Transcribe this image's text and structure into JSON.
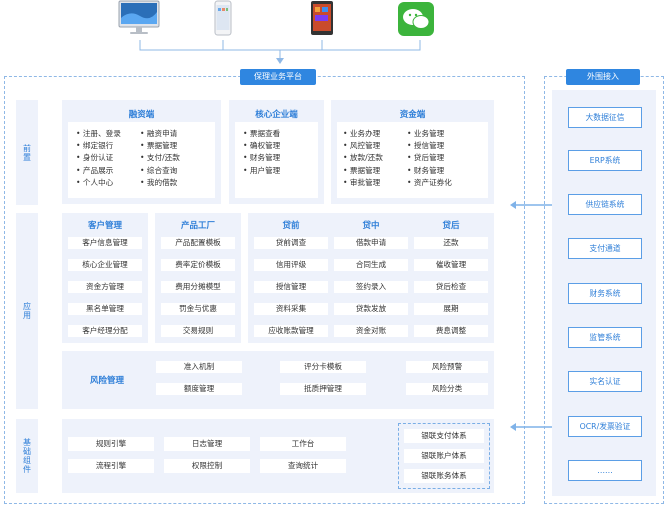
{
  "devices": [
    {
      "name": "desktop"
    },
    {
      "name": "phone"
    },
    {
      "name": "tablet"
    },
    {
      "name": "wechat"
    }
  ],
  "platform_title": "保理业务平台",
  "external_title": "外围接入",
  "sections": {
    "front": "前置",
    "app": "应用",
    "base": "基础组件"
  },
  "front": {
    "financing": {
      "title": "融资端",
      "col1": [
        "注册、登录",
        "绑定银行",
        "身份认证",
        "产品展示",
        "个人中心"
      ],
      "col2": [
        "融资申请",
        "票据管理",
        "支付/还款",
        "综合查询",
        "我的借款"
      ]
    },
    "core": {
      "title": "核心企业端",
      "items": [
        "票据查看",
        "确权管理",
        "财务管理",
        "用户管理"
      ]
    },
    "funding": {
      "title": "资金端",
      "col1": [
        "业务办理",
        "风控管理",
        "放款/还款",
        "票据管理",
        "审批管理"
      ],
      "col2": [
        "业务管理",
        "授信管理",
        "贷后管理",
        "财务管理",
        "资产证券化"
      ]
    }
  },
  "app": {
    "customer": {
      "title": "客户管理",
      "items": [
        "客户信息管理",
        "核心企业管理",
        "资金方管理",
        "黑名单管理",
        "客户经理分配"
      ]
    },
    "product": {
      "title": "产品工厂",
      "items": [
        "产品配置模板",
        "费率定价模板",
        "费用分摊模型",
        "罚金与优惠",
        "交易规则"
      ]
    },
    "loan_pre": {
      "title": "贷前",
      "items": [
        "贷前调查",
        "信用评级",
        "授信管理",
        "资料采集",
        "应收账款管理"
      ]
    },
    "loan_mid": {
      "title": "贷中",
      "items": [
        "借款申请",
        "合同生成",
        "签约录入",
        "贷款发放",
        "资金对账"
      ]
    },
    "loan_post": {
      "title": "贷后",
      "items": [
        "还款",
        "催收管理",
        "贷后检查",
        "展期",
        "费息调整"
      ]
    },
    "risk": {
      "title": "风险管理",
      "items": [
        "准入机制",
        "评分卡模板",
        "风险预警",
        "额度管理",
        "抵质押管理",
        "风险分类"
      ]
    }
  },
  "base": {
    "items": [
      "规则引擎",
      "日志管理",
      "工作台",
      "流程引擎",
      "权限控制",
      "查询统计"
    ],
    "unionpay": [
      "银联支付体系",
      "银联账户体系",
      "银联账务体系"
    ]
  },
  "external": [
    "大数据征信",
    "ERP系统",
    "供应链系统",
    "支付通道",
    "财务系统",
    "监管系统",
    "实名认证",
    "OCR/发票验证",
    "……"
  ],
  "colors": {
    "accent": "#2f86e0",
    "panel": "#eef2fb",
    "border": "#8fb8e6"
  }
}
